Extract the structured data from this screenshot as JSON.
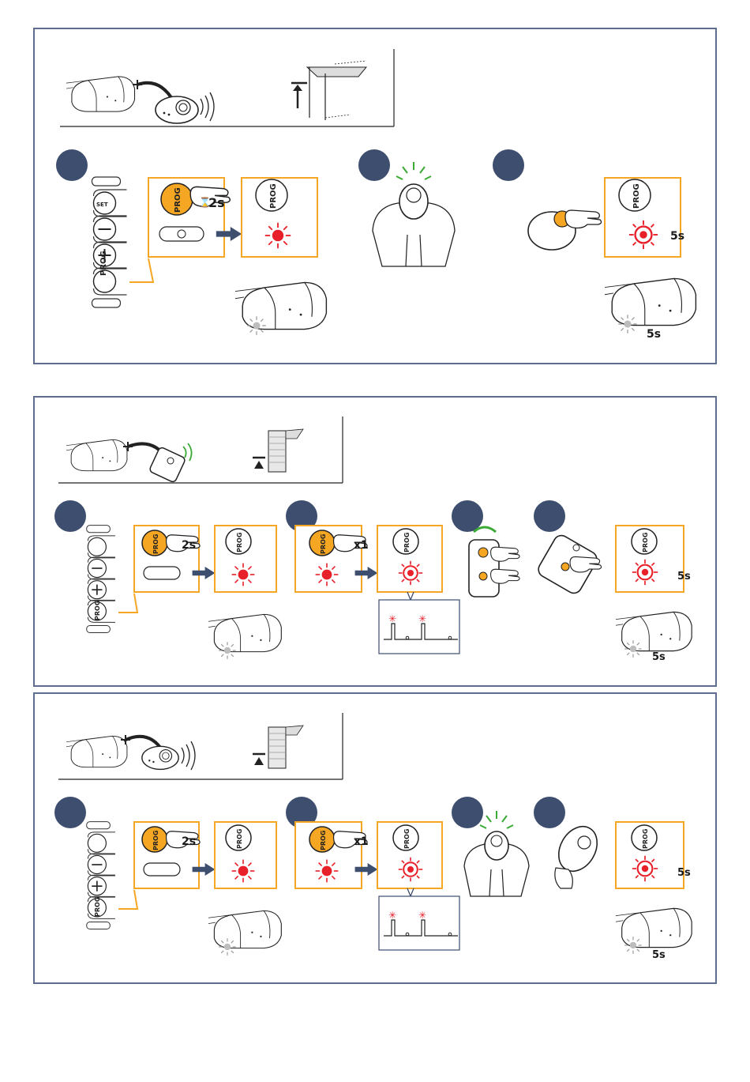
{
  "colors": {
    "frame": "#5f6e8f",
    "step_badge": "#3d4e6e",
    "accent_orange": "#f5a623",
    "led_red": "#e8202a",
    "led_green": "#3aaa35",
    "arrow": "#3d4e6e"
  },
  "labels": {
    "prog": "PROG",
    "set": "SET",
    "hold_2s": "2s",
    "press_x1": "x1",
    "duration_5s": "5s"
  },
  "panels": [
    {
      "name": "panel-1",
      "remote": "keygo-remote-icon",
      "door": "up-and-over-door-icon"
    },
    {
      "name": "panel-2",
      "remote": "rolling-code-remote-icon",
      "door": "sectional-door-icon"
    },
    {
      "name": "panel-3",
      "remote": "keygo-remote-icon",
      "door": "sectional-door-icon"
    }
  ]
}
